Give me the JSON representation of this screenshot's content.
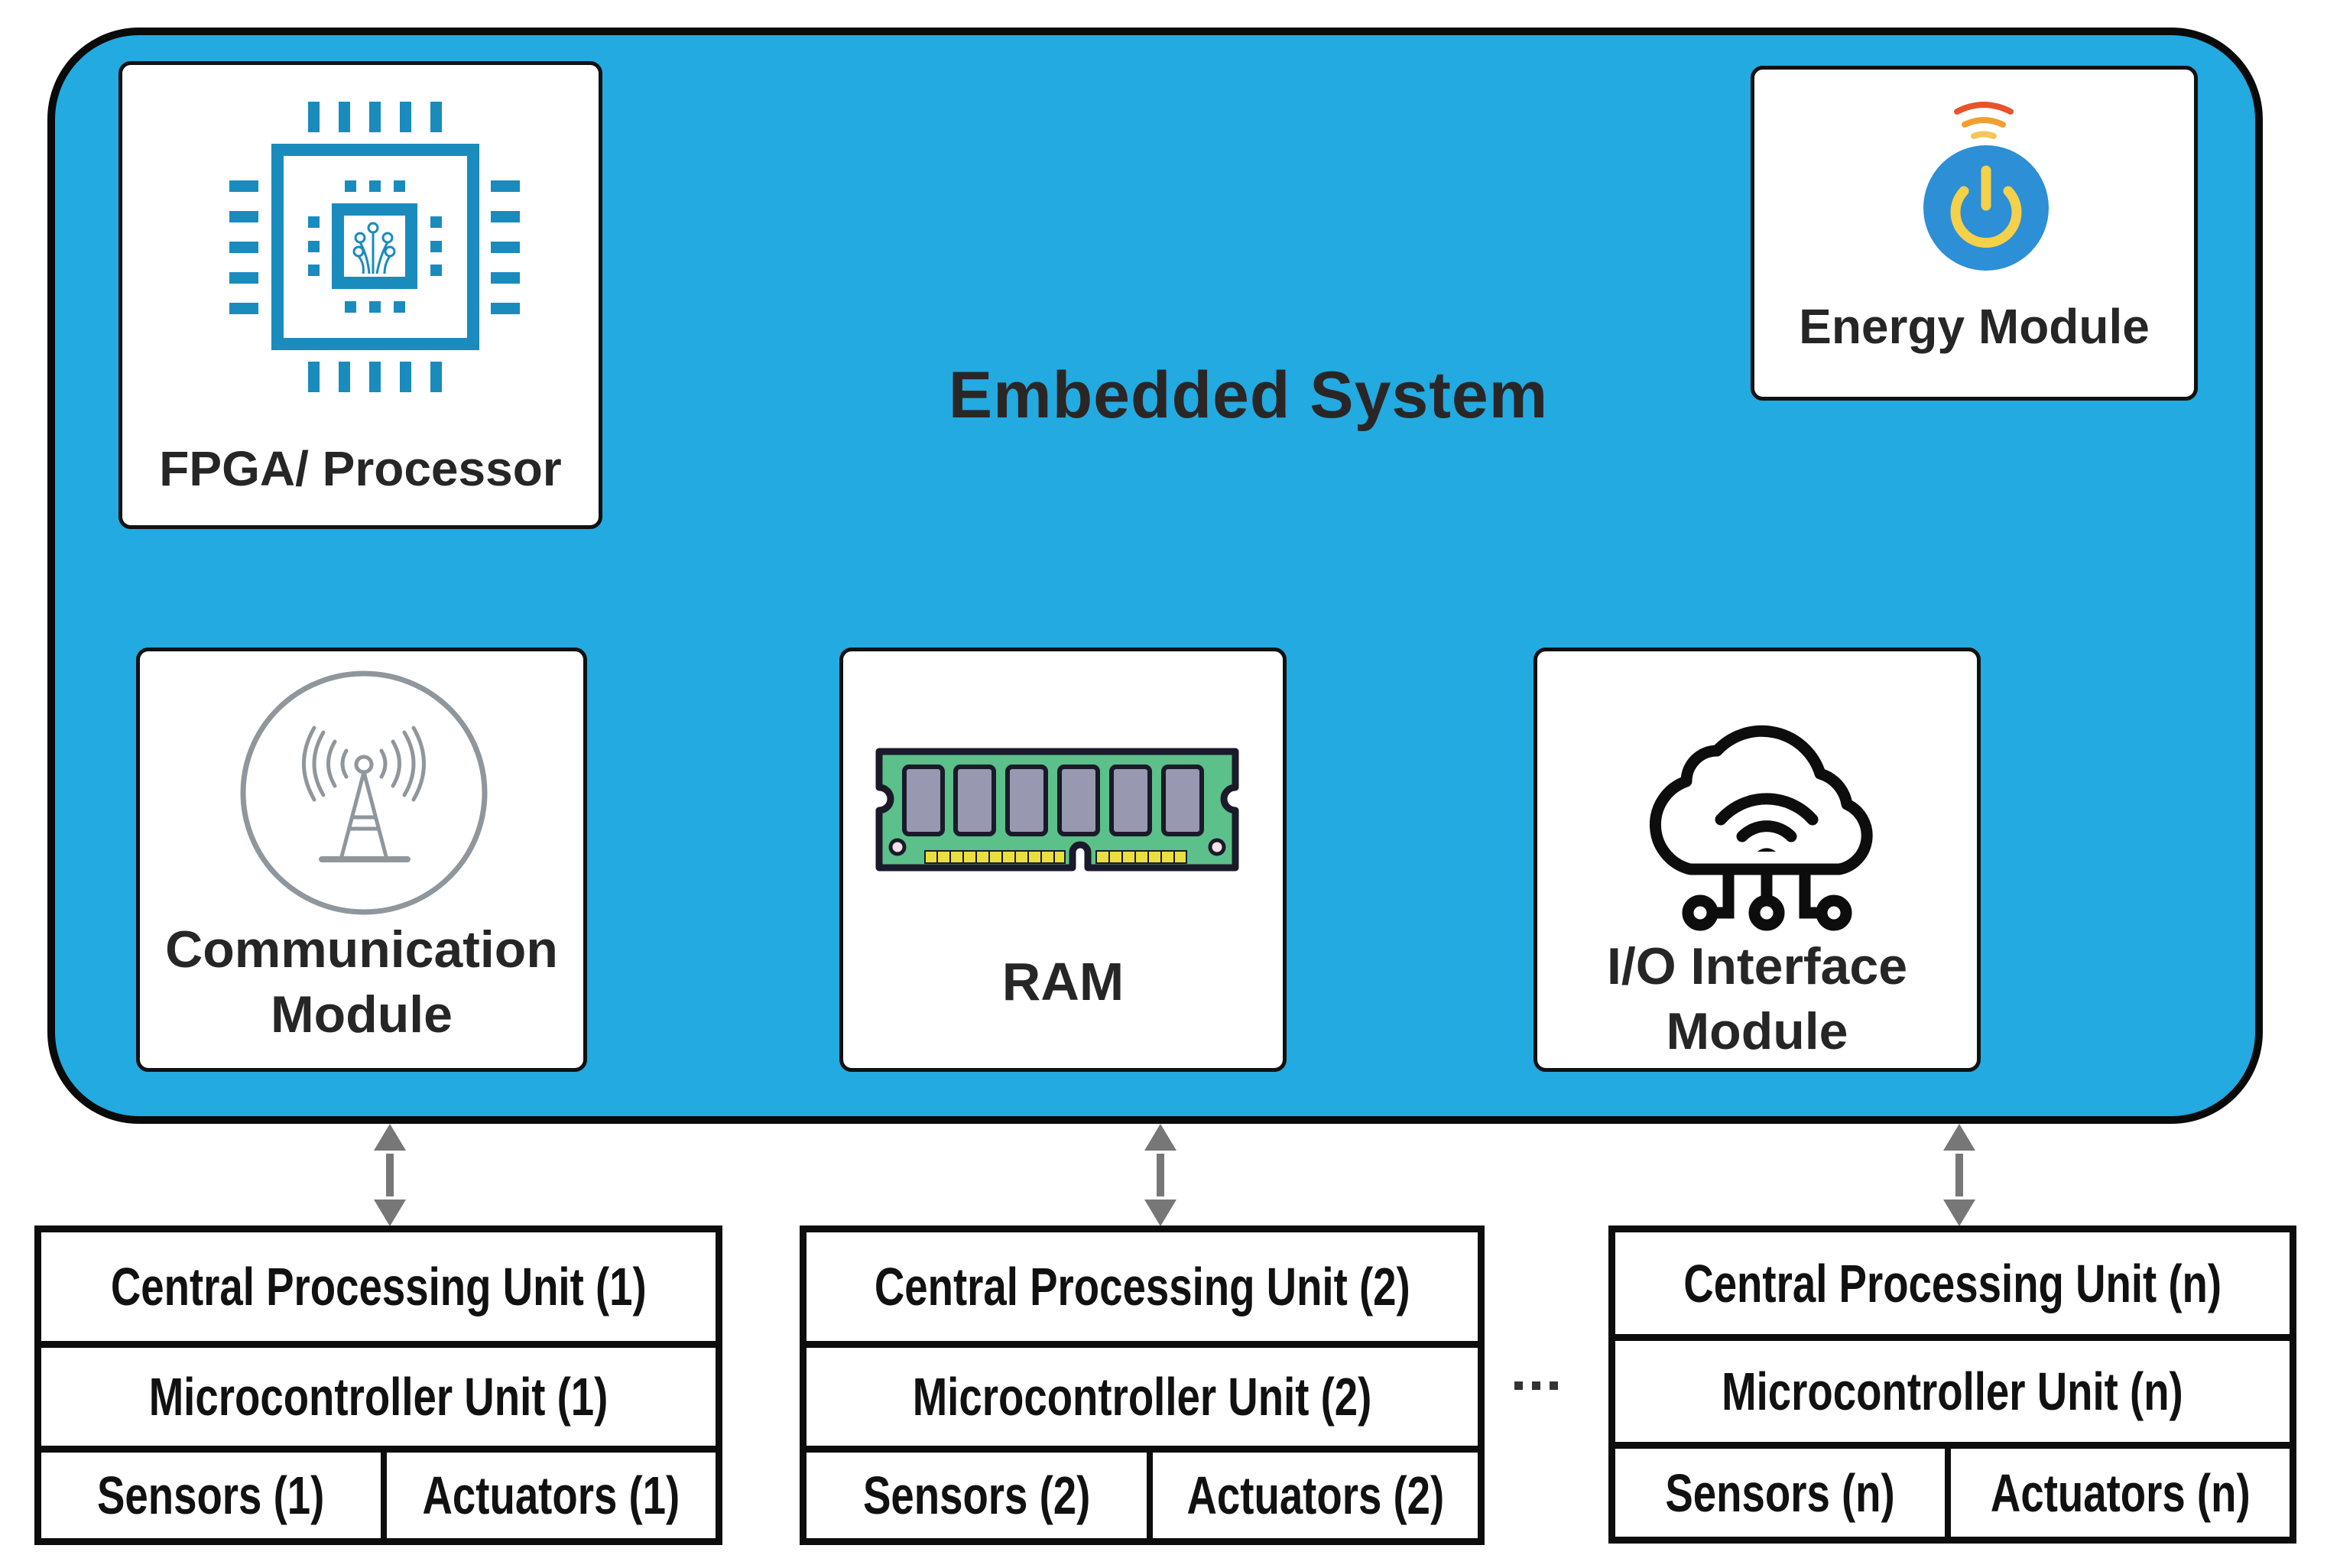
{
  "system": {
    "title": "Embedded System",
    "fill_color": "#22aae1",
    "modules": {
      "fpga": {
        "label": "FPGA/ Processor",
        "icon": "cpu-chip-icon"
      },
      "energy": {
        "label": "Energy Module",
        "icon": "power-button-icon"
      },
      "comm": {
        "line1": "Communication",
        "line2": "Module",
        "icon": "antenna-tower-icon"
      },
      "ram": {
        "label": "RAM",
        "icon": "memory-stick-icon"
      },
      "io": {
        "line1": "I/O Interface",
        "line2": "Module",
        "icon": "cloud-network-icon"
      }
    }
  },
  "connections": [
    {
      "from": "system",
      "to": "unit_1",
      "style": "bidirectional-arrow"
    },
    {
      "from": "system",
      "to": "unit_2",
      "style": "bidirectional-arrow"
    },
    {
      "from": "system",
      "to": "unit_n",
      "style": "bidirectional-arrow"
    }
  ],
  "units": [
    {
      "id": "1",
      "cpu": "Central Processing Unit (1)",
      "mcu": "Microcontroller Unit (1)",
      "sensors": "Sensors (1)",
      "actuators": "Actuators (1)"
    },
    {
      "id": "2",
      "cpu": "Central Processing Unit (2)",
      "mcu": "Microcontroller Unit (2)",
      "sensors": "Sensors (2)",
      "actuators": "Actuators (2)"
    },
    {
      "id": "n",
      "cpu": "Central Processing Unit (n)",
      "mcu": "Microcontroller Unit (n)",
      "sensors": "Sensors (n)",
      "actuators": "Actuators (n)"
    }
  ],
  "ellipsis": "...",
  "colors": {
    "chip_icon": "#1a8bbd",
    "power_circle": "#2d8fd5",
    "power_symbol": "#f5d04a",
    "ram_board": "#5cc08a",
    "ram_chips": "#9898b0",
    "ram_pins": "#e8e040",
    "antenna_gray": "#8f969c",
    "arrow_gray": "#777777"
  }
}
